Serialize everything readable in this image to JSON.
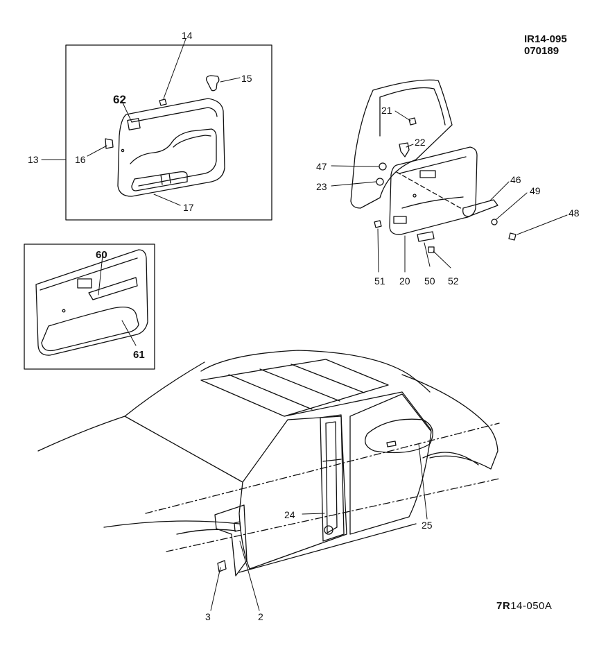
{
  "header": {
    "drawing_code": "IR14-095",
    "drawing_date": "070189"
  },
  "footer": {
    "figure_prefix": "7R",
    "figure_suffix": "14-050A"
  },
  "callouts": [
    {
      "id": "c2",
      "label": "2"
    },
    {
      "id": "c3",
      "label": "3"
    },
    {
      "id": "c13",
      "label": "13"
    },
    {
      "id": "c14",
      "label": "14"
    },
    {
      "id": "c15",
      "label": "15"
    },
    {
      "id": "c16",
      "label": "16"
    },
    {
      "id": "c17",
      "label": "17"
    },
    {
      "id": "c20",
      "label": "20"
    },
    {
      "id": "c21",
      "label": "21"
    },
    {
      "id": "c22",
      "label": "22"
    },
    {
      "id": "c23",
      "label": "23"
    },
    {
      "id": "c24",
      "label": "24"
    },
    {
      "id": "c25",
      "label": "25"
    },
    {
      "id": "c46",
      "label": "46"
    },
    {
      "id": "c47",
      "label": "47"
    },
    {
      "id": "c48",
      "label": "48"
    },
    {
      "id": "c49",
      "label": "49"
    },
    {
      "id": "c50",
      "label": "50"
    },
    {
      "id": "c51",
      "label": "51"
    },
    {
      "id": "c52",
      "label": "52"
    },
    {
      "id": "c60",
      "label": "60"
    },
    {
      "id": "c61",
      "label": "61"
    },
    {
      "id": "c62",
      "label": "62"
    }
  ]
}
